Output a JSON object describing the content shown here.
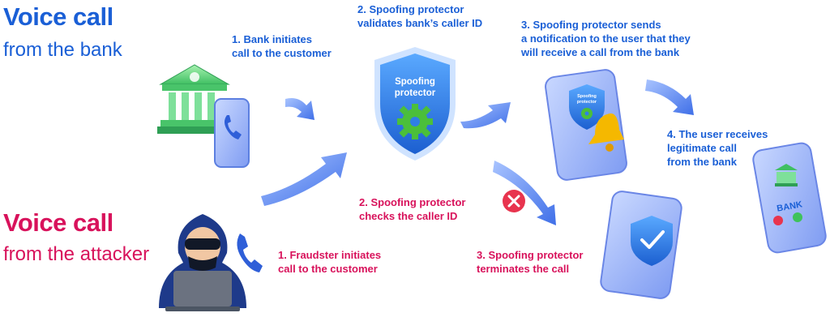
{
  "headings": {
    "bank_bold": "Voice call",
    "bank_light": "from the bank",
    "attacker_bold": "Voice call",
    "attacker_light": "from the attacker"
  },
  "bank_flow": {
    "step1": [
      "1. Bank initiates",
      "call to the customer"
    ],
    "step2": [
      "2. Spoofing protector",
      "validates bank’s caller ID"
    ],
    "step3": [
      "3. Spoofing protector sends",
      "a notification to the user that they",
      "will receive a call from the bank"
    ],
    "step4": [
      "4. The user receives",
      "legitimate call",
      "from the bank"
    ]
  },
  "attacker_flow": {
    "step1": [
      "1. Fraudster initiates",
      "call to the customer"
    ],
    "step2": [
      "2. Spoofing protector",
      "checks the caller ID"
    ],
    "step3": [
      "3. Spoofing protector",
      "terminates the call"
    ]
  },
  "shield_label": [
    "Spoofing",
    "protector"
  ],
  "phone_shield_label": [
    "Spoofing",
    "protector"
  ],
  "bank_screen_label": "BANK",
  "colors": {
    "bank_blue": "#1a5fd6",
    "attacker_pink": "#d8125b",
    "shield_blue": "#2f7fe6",
    "gear_green": "#4bbf3a",
    "bell_yellow": "#f5b800",
    "reject_red": "#e8344e",
    "accept_green": "#3fc25b"
  },
  "icons": [
    "bank-building-icon",
    "phone-icon",
    "shield-icon",
    "gear-icon",
    "bell-icon",
    "check-icon",
    "reject-cross-icon",
    "hacker-icon",
    "laptop-icon",
    "handset-icon",
    "arrow-icon"
  ]
}
